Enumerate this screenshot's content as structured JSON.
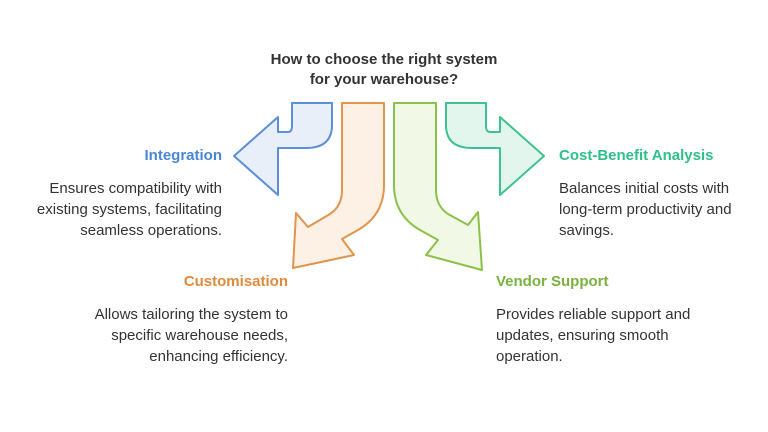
{
  "title": {
    "line1": "How to choose the right system",
    "line2": "for your warehouse?"
  },
  "items": [
    {
      "heading": "Integration",
      "color": "#4a86d8",
      "desc": [
        "Ensures compatibility with",
        "existing systems, facilitating",
        "seamless operations."
      ]
    },
    {
      "heading": "Customisation",
      "color": "#e08a3c",
      "desc": [
        "Allows tailoring the system to",
        "specific warehouse needs,",
        "enhancing efficiency."
      ]
    },
    {
      "heading": "Vendor Support",
      "color": "#7ab23e",
      "desc": [
        "Provides reliable support and",
        "updates, ensuring smooth",
        "operation."
      ]
    },
    {
      "heading": "Cost-Benefit Analysis",
      "color": "#2fbf8a",
      "desc": [
        "Balances initial costs with",
        "long-term productivity and",
        "savings."
      ]
    }
  ],
  "arrow_colors": {
    "integration": {
      "stroke": "#5b8fd6",
      "fill": "#e8eff9"
    },
    "customisation": {
      "stroke": "#e0944c",
      "fill": "#fdf1e6"
    },
    "vendor": {
      "stroke": "#8cc04a",
      "fill": "#f1f8e6"
    },
    "cost": {
      "stroke": "#3fc291",
      "fill": "#e3f6ee"
    }
  }
}
